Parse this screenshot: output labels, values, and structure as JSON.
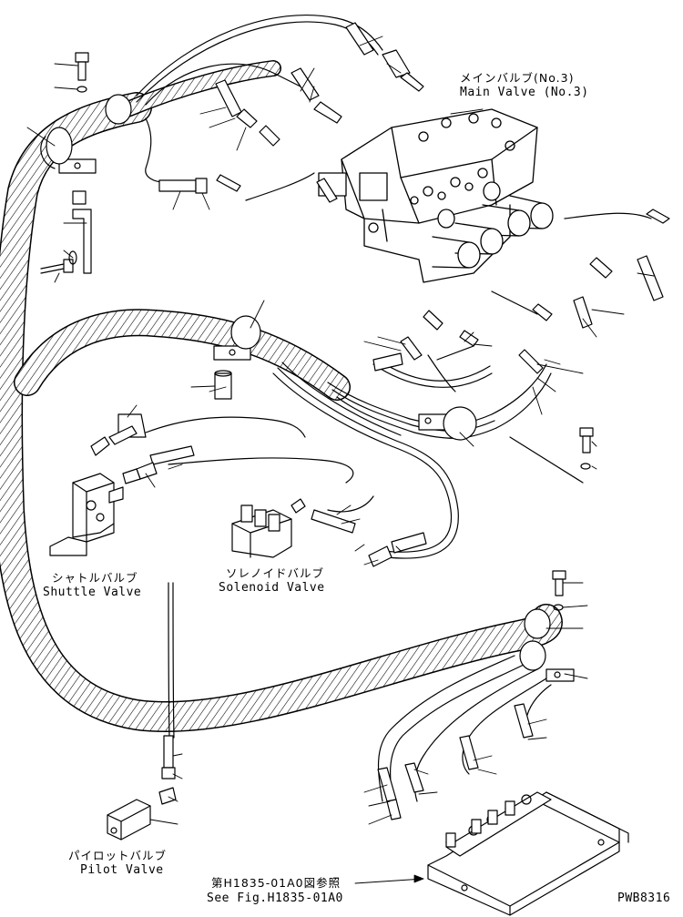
{
  "labels": {
    "main_valve_jp": "メインバルブ(No.3)",
    "main_valve_en": "Main Valve (No.3)",
    "shuttle_valve_jp": "シャトルバルブ",
    "shuttle_valve_en": "Shuttle Valve",
    "solenoid_valve_jp": "ソレノイドバルブ",
    "solenoid_valve_en": "Solenoid Valve",
    "pilot_valve_jp": "パイロットバルブ",
    "pilot_valve_en": "Pilot Valve",
    "ref_jp": "第H1835-01A0図参照",
    "ref_en": "See Fig.H1835-01A0",
    "drawing_id": "PWB8316"
  }
}
